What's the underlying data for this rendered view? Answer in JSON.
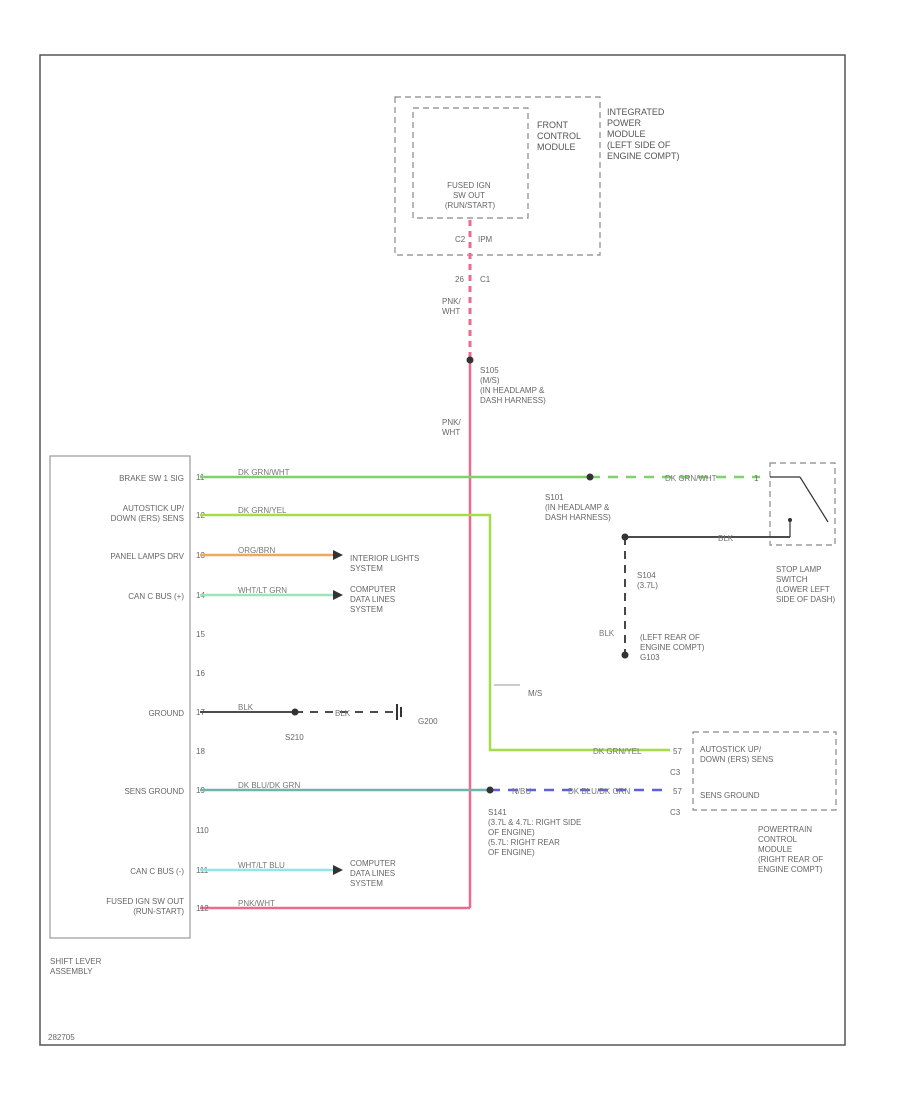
{
  "ipm": {
    "lines": [
      "INTEGRATED",
      "POWER",
      "MODULE",
      "(LEFT SIDE OF",
      "ENGINE COMPT)"
    ],
    "fcm_lines": [
      "FRONT",
      "CONTROL",
      "MODULE"
    ],
    "fused_lines": [
      "FUSED IGN",
      "SW OUT",
      "(RUN/START)"
    ],
    "pin": "C2",
    "pin_name": "IPM",
    "pin2": "26",
    "pin2_name": "C1"
  },
  "wire_pk_wt": [
    "PNK/",
    "WHT"
  ],
  "splice_top": [
    "S105",
    "(M/S)",
    "(IN HEADLAMP &",
    "DASH HARNESS)"
  ],
  "shifter": {
    "pins": [
      {
        "label": "BRAKE SW 1 SIG",
        "num": "11",
        "wire": "DK GRN/WHT"
      },
      {
        "label": "AUTOSTICK UP/",
        "label2": "DOWN (ERS) SENS",
        "num": "12",
        "wire": "DK GRN/YEL"
      },
      {
        "label": "PANEL LAMPS DRV",
        "num": "13",
        "wire": "ORG/BRN"
      },
      {
        "label": "CAN C BUS (+)",
        "num": "14",
        "wire": "WHT/LT GRN"
      },
      {
        "label": "",
        "num": "15"
      },
      {
        "label": "",
        "num": "16"
      },
      {
        "label": "GROUND",
        "num": "17",
        "wire": "BLK"
      },
      {
        "label": "",
        "num": "18"
      },
      {
        "label": "SENS GROUND",
        "num": "19",
        "wire": "DK BLU/DK GRN"
      },
      {
        "label": "",
        "num": "110"
      },
      {
        "label": "CAN C BUS (-)",
        "num": "111",
        "wire": "WHT/LT BLU"
      },
      {
        "label": "FUSED IGN SW OUT",
        "label2": "(RUN-START)",
        "num": "112",
        "wire": "PNK/WHT"
      }
    ],
    "name_lines": [
      "SHIFT LEVER",
      "ASSEMBLY"
    ]
  },
  "interior_lights": [
    "INTERIOR LIGHTS",
    "SYSTEM"
  ],
  "data_lines_1": [
    "COMPUTER",
    "DATA LINES",
    "SYSTEM"
  ],
  "data_lines_2": [
    "COMPUTER",
    "DATA LINES",
    "SYSTEM"
  ],
  "ground": {
    "splice": "S210",
    "ground": "G200",
    "wire2": "BLK"
  },
  "s101": [
    "S101",
    "(IN HEADLAMP &",
    "DASH HARNESS)"
  ],
  "brake_wire_right": "DK GRN/WHT",
  "stop_lamp": {
    "pin": "1",
    "wire": "BLK",
    "lines": [
      "STOP LAMP",
      "SWITCH",
      "(LOWER LEFT",
      "SIDE OF DASH)"
    ]
  },
  "s104": [
    "S104",
    "(3.7L)"
  ],
  "g103": {
    "wire": "BLK",
    "lines": [
      "(LEFT REAR OF",
      "ENGINE COMPT)",
      "G103"
    ]
  },
  "ms_note": "M/S",
  "pcm": {
    "pin_a": "57",
    "conn_a": "C3",
    "wire_a": "DK GRN/YEL",
    "pin_b": "57",
    "conn_b": "C3",
    "wire_b": "DK BLU/DK GRN",
    "wire_b_left": "N/BU",
    "pin_a_name": [
      "AUTOSTICK UP/",
      "DOWN (ERS) SENS"
    ],
    "pin_b_name": "SENS GROUND",
    "lines": [
      "POWERTRAIN",
      "CONTROL",
      "MODULE",
      "(RIGHT REAR OF",
      "ENGINE COMPT)"
    ]
  },
  "s141": [
    "S141",
    "(3.7L & 4.7L: RIGHT SIDE",
    "OF ENGINE)",
    "(5.7L: RIGHT REAR",
    "OF ENGINE)"
  ],
  "figure_id": "282705",
  "colors": {
    "pink": "#ee6a8a",
    "green": "#7fd06e",
    "yellowgreen": "#a6dc4a",
    "orange": "#f0a860",
    "lightgreen": "#9ae6b8",
    "blue": "#5c63d8",
    "darkteal": "#6fb4aa",
    "lightblue": "#8fe6ea",
    "black": "#333333"
  }
}
